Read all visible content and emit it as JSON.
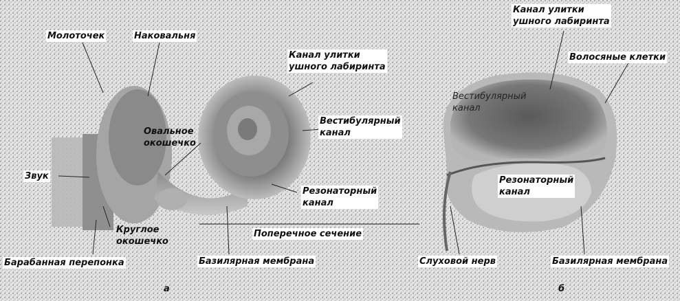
{
  "figure_a": {
    "labels": {
      "malleus": "Молоточек",
      "incus": "Наковальня",
      "cochlear_canal": "Канал улитки\nушного лабиринта",
      "oval_window": "Овальное\nокошечко",
      "vestibular_canal": "Вестибулярный\nканал",
      "sound": "Звук",
      "resonator_canal": "Резонаторный\nканал",
      "round_window": "Круглое\nокошечко",
      "cross_section": "Поперечное сечение",
      "eardrum": "Барабанная перепонка",
      "basilar_membrane": "Базилярная мембрана",
      "panel_letter": "а"
    }
  },
  "figure_b": {
    "labels": {
      "cochlear_canal": "Канал улитки\nушного лабиринта",
      "hair_cells": "Волосяные клетки",
      "vestibular_canal": "Вестибулярный\nканал",
      "resonator_canal": "Резонаторный\nканал",
      "auditory_nerve": "Слуховой нерв",
      "basilar_membrane": "Базилярная мембрана",
      "panel_letter": "б"
    }
  }
}
